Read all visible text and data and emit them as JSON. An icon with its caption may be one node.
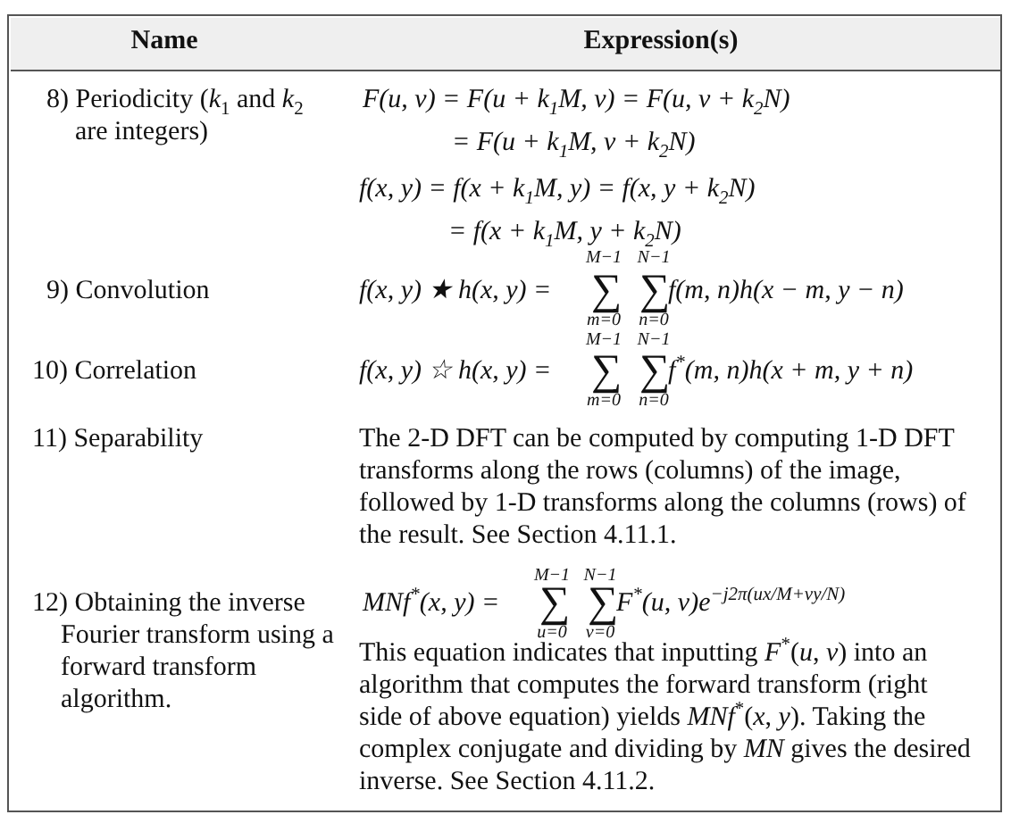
{
  "diagram": {
    "labels": [
      "Name",
      "Expression(s)",
      "8) Periodicity (*k*$_{1}$ and *k*$_{2}$ are integers)",
      "F(u, v) = F(u + k$_{1}$M, v) = F(u, v + k$_{2}$N)",
      "= F(u + k$_{1}$M, v + k$_{2}$N)",
      "f(x, y) = f(x + k$_{1}$M, y) = f(x, y + k$_{2}$N)",
      "= f(x + k$_{1}$M, y + k$_{2}$N)",
      "M−1",
      "N−1",
      "9) Convolution",
      "f(x, y) ★ h(x, y) =",
      "∑",
      "∑",
      "f(m, n)h(x − m, y − n)",
      "m=0",
      "n=0",
      "M−1",
      "N−1",
      "10) Correlation",
      "f(x, y) ☆ h(x, y) =",
      "∑",
      "∑",
      "f$^{*}$(m, n)h(x + m, y + n)",
      "m=0",
      "n=0",
      "11) Separability",
      "The 2-D DFT can be computed by computing 1-D DFT transforms along the rows (columns) of the image, followed by 1-D transforms along the columns (rows) of the result. See Section 4.11.1.",
      "M−1",
      "N−1",
      "12) Obtaining the inverse Fourier transform using a forward transform algorithm.",
      "MNf$^{*}$(x, y) =",
      "∑",
      "∑",
      "F$^{*}$(u, v)e$^{−j2π(ux/M+vy/N)}$",
      "u=0",
      "v=0",
      "This equation indicates that inputting *F*$^{*}$(*u*, *v*) into an algorithm that computes the forward transform (right side of above equation) yields *MNf*$^{*}$(*x*, *y*). Taking the complex conjugate and dividing by *MN* gives the desired inverse. See Section 4.11.2."
    ]
  }
}
